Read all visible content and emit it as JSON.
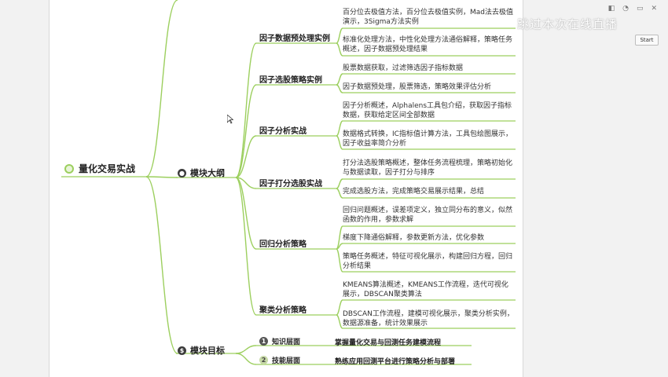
{
  "mindmap": {
    "root": {
      "label": "量化交易实战"
    },
    "outline": {
      "label": "模块大纲",
      "icon": "apple-icon",
      "sections": [
        {
          "label": "因子数据预处理实例",
          "items": [
            "百分位去极值方法，百分位去极值实例，Mad法去极值演示，3Sigma方法实例",
            "标准化处理方法，中性化处理方法通俗解释，策略任务概述，因子数据预处理结果"
          ]
        },
        {
          "label": "因子选股策略实例",
          "items": [
            "股票数据获取，过滤筛选因子指标数据",
            "因子数据预处理，股票筛选，策略效果评估分析"
          ]
        },
        {
          "label": "因子分析实战",
          "items": [
            "因子分析概述，Alphalens工具包介绍，获取因子指标数据，获取给定区间全部数据",
            "数据格式转换，IC指标值计算方法，工具包绘图展示，因子收益率简介分析"
          ]
        },
        {
          "label": "因子打分选股实战",
          "items": [
            "打分法选股策略概述，整体任务流程梳理，策略初始化与数据读取，因子打分与排序",
            "完成选股方法，完成策略交易展示结果，总结"
          ]
        },
        {
          "label": "回归分析策略",
          "items": [
            "回归问题概述，误差项定义，独立同分布的意义，似然函数的作用，参数求解",
            "梯度下降通俗解释，参数更新方法，优化参数",
            "策略任务概述，特征可视化展示，构建回归方程，回归分析结果"
          ]
        },
        {
          "label": "聚类分析策略",
          "items": [
            "KMEANS算法概述，KMEANS工作流程，迭代可视化展示，DBSCAN聚类算法",
            "DBSCAN工作流程，建模可视化展示，聚类分析实例，数据源准备，统计效果展示"
          ]
        }
      ]
    },
    "goals": {
      "label": "模块目标",
      "icon": "dollar-icon",
      "items": [
        {
          "num": "1",
          "key": "知识层面",
          "value": "掌握量化交易与回测任务建模流程"
        },
        {
          "num": "2",
          "key": "技能层面",
          "value": "熟练应用回测平台进行策略分析与部署"
        }
      ]
    }
  },
  "overlay": {
    "watermark": "跳过本次在线直播",
    "window_controls": [
      "◧",
      "◔",
      "▭",
      "✕"
    ],
    "start_label": "Start"
  },
  "colors": {
    "branch_line": "#9ccf5e",
    "canvas_bg": "#ffffff",
    "outer_bg": "#f2f2f2"
  }
}
